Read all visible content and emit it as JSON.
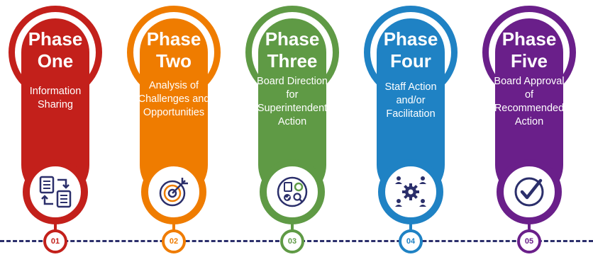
{
  "colors": {
    "phase_one": "#c3201b",
    "phase_two": "#ef7c00",
    "phase_three": "#5f9a45",
    "phase_four": "#1f82c4",
    "phase_five": "#6a1f8a",
    "icon_dark": "#2b2f6b",
    "timeline": "#2b2f6b"
  },
  "phases": [
    {
      "title_line1": "Phase",
      "title_line2": "One",
      "desc": [
        "Information",
        "Sharing"
      ],
      "icon": "document-exchange-icon",
      "number": "01"
    },
    {
      "title_line1": "Phase",
      "title_line2": "Two",
      "desc": [
        "Analysis of",
        "Challenges and",
        "Opportunities"
      ],
      "icon": "target-arrow-icon",
      "number": "02"
    },
    {
      "title_line1": "Phase",
      "title_line2": "Three",
      "desc": [
        "Board Direction",
        "for",
        "Superintendent",
        "Action"
      ],
      "icon": "process-cycle-icon",
      "number": "03"
    },
    {
      "title_line1": "Phase",
      "title_line2": "Four",
      "desc": [
        "Staff Action",
        "and/or",
        "Facilitation"
      ],
      "icon": "team-gear-icon",
      "number": "04"
    },
    {
      "title_line1": "Phase",
      "title_line2": "Five",
      "desc": [
        "Board Approval",
        "of",
        "Recommended",
        "Action"
      ],
      "icon": "checkmark-circle-icon",
      "number": "05"
    }
  ]
}
